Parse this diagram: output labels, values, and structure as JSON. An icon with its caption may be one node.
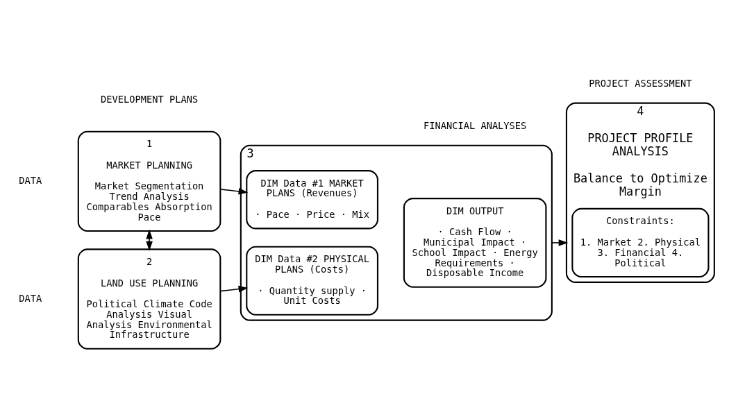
{
  "diagram": {
    "nodes": [
      {
        "text": [
          "1",
          "MARKET PLANNING",
          "Market Segmentation Trend Analysis Comparables Absorption Pace"
        ]
      },
      {
        "text": [
          "2",
          "LAND USE PLANNING",
          "Political Climate Code Analysis Visual Analysis Environmental Infrastructure"
        ]
      },
      {
        "text": [
          "3"
        ]
      },
      {
        "text": [
          "DIM Data #1 MARKET PLANS (Revenues)",
          "· Pace · Price · Mix"
        ],
        "in": 2
      },
      {
        "text": [
          "DIM Data #2 PHYSICAL PLANS (Costs)",
          "· Quantity supply · Unit Costs"
        ],
        "in": 2
      },
      {
        "text": [
          "DIM OUTPUT",
          "· Cash Flow · Municipal Impact · School Impact · Energy Requirements · Disposable Income"
        ],
        "in": 2
      },
      {
        "text": [
          "4",
          "PROJECT PROFILE ANALYSIS",
          "Balance to Optimize Margin"
        ]
      },
      {
        "text": [
          "Constraints:",
          "1. Market 2. Physical 3. Financial 4. Political"
        ],
        "in": 6
      }
    ],
    "edges": [
      {
        "from": 0,
        "to": 1,
        "arrow": "both"
      },
      {
        "from": 0,
        "to": 3,
        "arrow": "to"
      },
      {
        "from": 1,
        "to": 4,
        "arrow": "to"
      },
      {
        "from": 2,
        "to": 6,
        "arrow": "to"
      }
    ],
    "labels": [
      "DEVELOPMENT PLANS",
      "FINANCIAL ANALYSES",
      "PROJECT ASSESSMENT",
      "DATA",
      "DATA"
    ]
  }
}
